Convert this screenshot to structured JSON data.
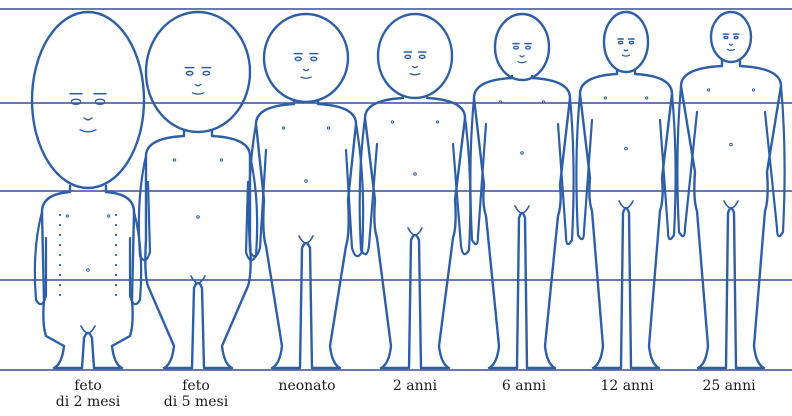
{
  "colors": {
    "outline": "#2e5fa6",
    "guide": "#3b4aa0",
    "text": "#1b1b1b"
  },
  "stages": [
    {
      "line1": "feto",
      "line2": "di 2 mesi"
    },
    {
      "line1": "feto",
      "line2": "di 5 mesi"
    },
    {
      "line1": "neonato",
      "line2": ""
    },
    {
      "line1": "2 anni",
      "line2": ""
    },
    {
      "line1": "6 anni",
      "line2": ""
    },
    {
      "line1": "12 anni",
      "line2": ""
    },
    {
      "line1": "25 anni",
      "line2": ""
    }
  ]
}
